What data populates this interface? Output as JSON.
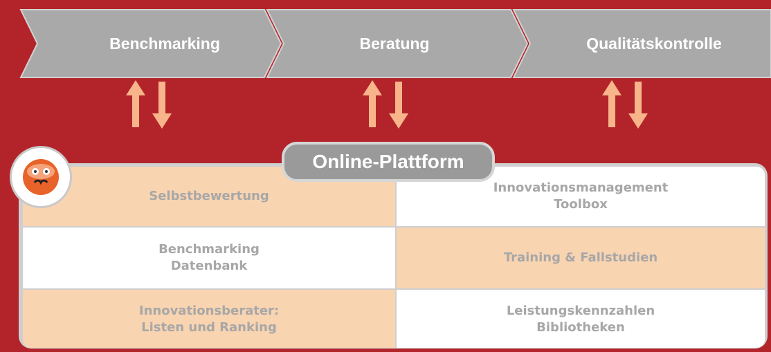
{
  "process": {
    "steps": [
      {
        "label": "Benchmarking"
      },
      {
        "label": "Beratung"
      },
      {
        "label": "Qualitätskontrolle"
      }
    ]
  },
  "platform": {
    "title": "Online-Plattform",
    "cells": [
      {
        "text": "Selbstbewertung"
      },
      {
        "text": "Innovationsmanagement\nToolbox"
      },
      {
        "text": "Benchmarking\nDatenbank"
      },
      {
        "text": "Training & Fallstudien"
      },
      {
        "text": "Innovationsberater:\nListen und Ranking"
      },
      {
        "text": "Leistungskennzahlen\nBibliotheken"
      }
    ]
  },
  "colors": {
    "background": "#b3242a",
    "chevron": "#a9a9a9",
    "arrow": "#f8b48a",
    "peach": "#f9d4b1",
    "tab": "#9a9a9a"
  },
  "icons": [
    "mascot-icon",
    "up-arrow-icon",
    "down-arrow-icon"
  ]
}
